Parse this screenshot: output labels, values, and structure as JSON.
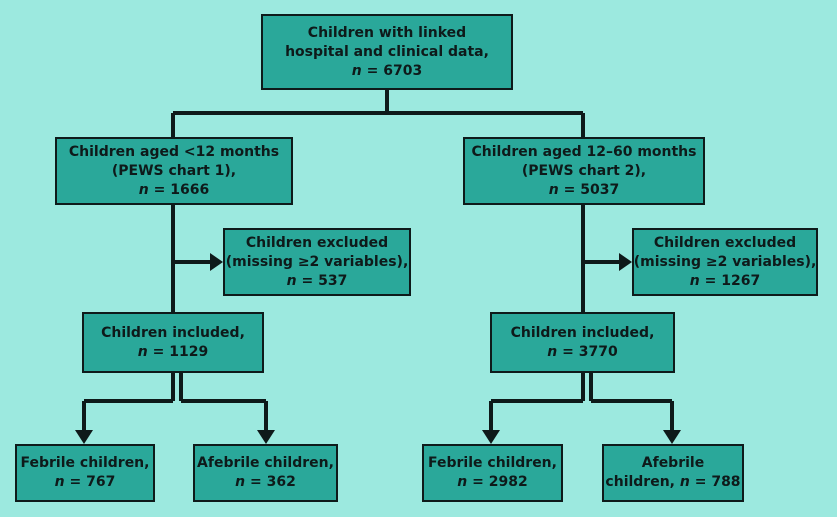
{
  "boxes": {
    "root": {
      "lines": [
        "Children with linked",
        "hospital and clinical data,"
      ],
      "n_label": "n",
      "n_value": "6703"
    },
    "left_age": {
      "lines": [
        "Children aged <12 months",
        "(PEWS chart 1),"
      ],
      "n_label": "n",
      "n_value": "1666"
    },
    "right_age": {
      "lines": [
        "Children aged 12–60 months",
        "(PEWS chart 2),"
      ],
      "n_label": "n",
      "n_value": "5037"
    },
    "left_excluded": {
      "lines": [
        "Children excluded",
        "(missing ≥2 variables),"
      ],
      "n_label": "n",
      "n_value": "537"
    },
    "right_excluded": {
      "lines": [
        "Children excluded",
        "(missing ≥2 variables),"
      ],
      "n_label": "n",
      "n_value": "1267"
    },
    "left_included": {
      "lines": [
        "Children included,"
      ],
      "n_label": "n",
      "n_value": "1129"
    },
    "right_included": {
      "lines": [
        "Children included,"
      ],
      "n_label": "n",
      "n_value": "3770"
    },
    "left_febrile": {
      "lines": [
        "Febrile children,"
      ],
      "n_label": "n",
      "n_value": "767"
    },
    "left_afebrile": {
      "lines": [
        "Afebrile children,"
      ],
      "n_label": "n",
      "n_value": "362"
    },
    "right_febrile": {
      "lines": [
        "Febrile children,"
      ],
      "n_label": "n",
      "n_value": "2982"
    },
    "right_afebrile": {
      "lines": [
        "Afebrile"
      ],
      "n_prefix": "children, ",
      "n_label": "n",
      "n_value": "788"
    }
  },
  "colors": {
    "background": "#9ce9df",
    "box_fill": "#2aa89a",
    "stroke": "#0e1a1a"
  }
}
